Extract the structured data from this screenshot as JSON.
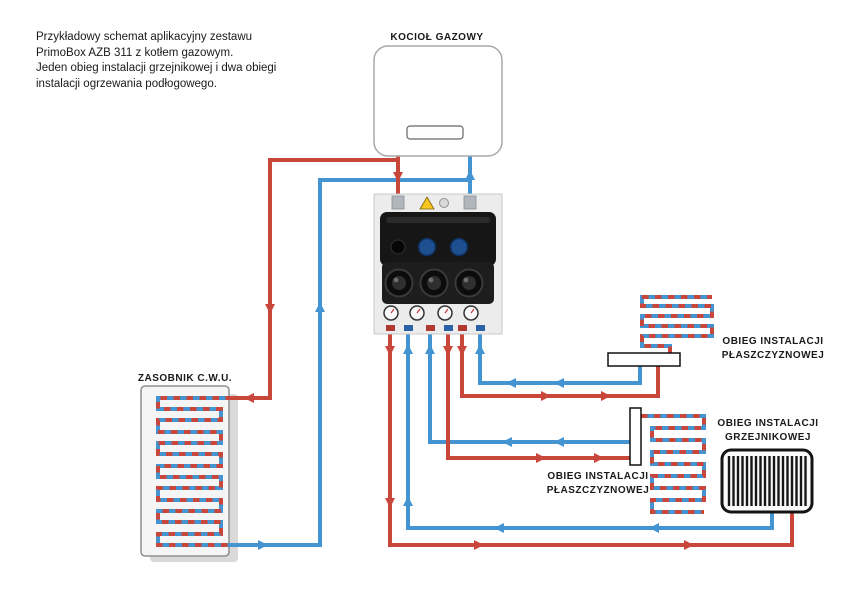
{
  "description": {
    "lines": [
      "Przykładowy schemat aplikacyjny zestawu",
      "PrimoBox AZB 311 z kotłem gazowym.",
      "Jeden obieg instalacji grzejnikowej i dwa obiegi",
      "instalacji ogrzewania podłogowego."
    ]
  },
  "labels": {
    "boiler": "KOCIOŁ GAZOWY",
    "tank": "ZASOBNIK C.W.U.",
    "floor_top": [
      "OBIEG INSTALACJI",
      "PŁASZCZYZNOWEJ"
    ],
    "radiator": [
      "OBIEG INSTALACJI",
      "GRZEJNIKOWEJ"
    ],
    "floor_mid": [
      "OBIEG INSTALACJI",
      "PŁASZCZYZNOWEJ"
    ]
  },
  "colors": {
    "pipe-hot": "#c8463a",
    "pipe-cold": "#4394d0",
    "text": "#1a1a1a",
    "bg": "#ffffff",
    "warning": "#f6c51e"
  }
}
